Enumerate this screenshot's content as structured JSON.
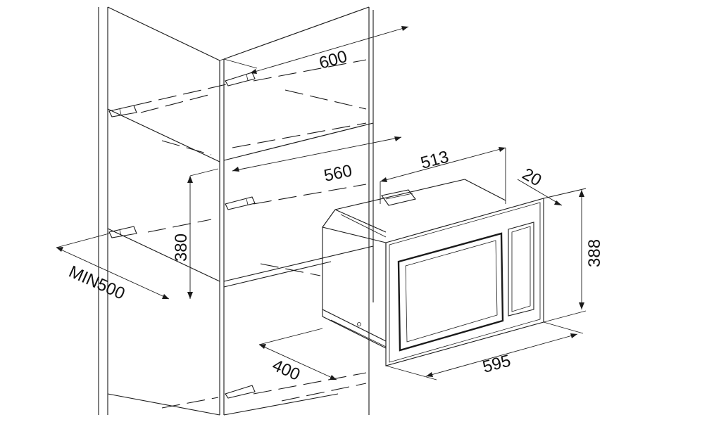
{
  "diagram": {
    "title": "",
    "dimensions": {
      "cabinet_width": "600",
      "inner_width": "560",
      "niche_height": "380",
      "min_depth": "MIN500",
      "oven_depth": "513",
      "frame_depth": "20",
      "oven_height": "388",
      "oven_width": "595",
      "niche_depth": "400"
    },
    "colors": {
      "line": "#1a1a1a",
      "background": "#ffffff"
    }
  }
}
